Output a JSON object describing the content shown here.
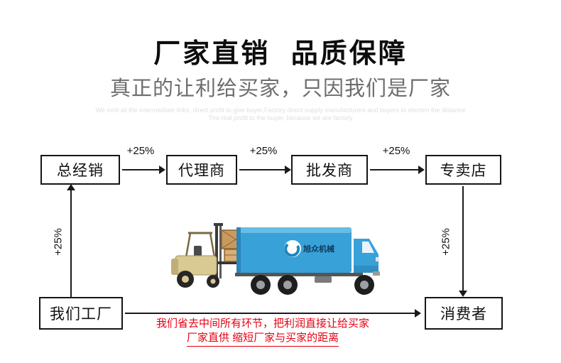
{
  "header": {
    "title": "厂家直销 品质保障",
    "subtitle": "真正的让利给买家，只因我们是厂家",
    "watermark_line1": "We omit all the intermediate links, direct profit to give buyer,Factory direct supply manufacturers and buyers to shorten the distance",
    "watermark_line2": "The real profit to the buyer, because we are factory"
  },
  "flow": {
    "top_nodes": [
      {
        "label": "总经销"
      },
      {
        "label": "代理商"
      },
      {
        "label": "批发商"
      },
      {
        "label": "专卖店"
      }
    ],
    "increment_label": "+25%",
    "factory_label": "我们工厂",
    "consumer_label": "消费者"
  },
  "truck": {
    "logo_text": "旭众机械"
  },
  "footer": {
    "line1": "我们省去中间所有环节，把利润直接让给买家",
    "line2": "厂家直供 缩短厂家与买家的距离"
  },
  "colors": {
    "accent_red": "#e60012",
    "truck_blue": "#38a1d8"
  }
}
